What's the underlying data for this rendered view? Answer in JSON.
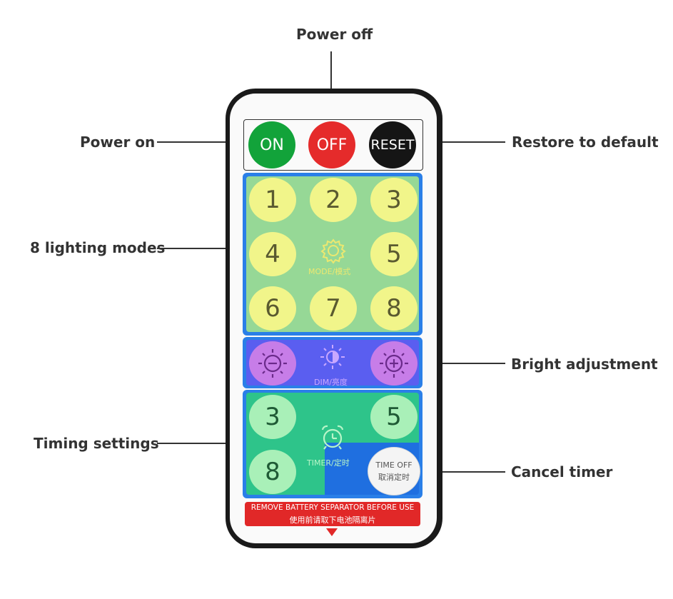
{
  "callouts": {
    "power_off": "Power off",
    "power_on": "Power on",
    "restore": "Restore to default",
    "lighting_modes": "8 lighting modes",
    "bright": "Bright adjustment",
    "timing": "Timing settings",
    "cancel_timer": "Cancel timer"
  },
  "remote": {
    "top_buttons": {
      "on": "ON",
      "off": "OFF",
      "reset": "RESET"
    },
    "mode_buttons": [
      "1",
      "2",
      "3",
      "4",
      "5",
      "6",
      "7",
      "8"
    ],
    "mode_label": "MODE/模式",
    "dim_label": "DIM/亮度",
    "timer_buttons": [
      "3",
      "5",
      "8"
    ],
    "timer_label": "TIMER/定时",
    "time_off": {
      "line1": "TIME OFF",
      "line2": "取消定时"
    },
    "battery_note": {
      "line1": "REMOVE BATTERY SEPARATOR BEFORE USE",
      "line2": "使用前请取下电池隔离片"
    }
  },
  "colors": {
    "on": "#12a33a",
    "off": "#e52b2b",
    "reset": "#151515",
    "mode_panel": "#96d896",
    "dim_panel": "#5a5ef0",
    "timer_panel": "#2ec48a",
    "frame_blue": "#2a7fe8",
    "battery_strip": "#e12828"
  }
}
